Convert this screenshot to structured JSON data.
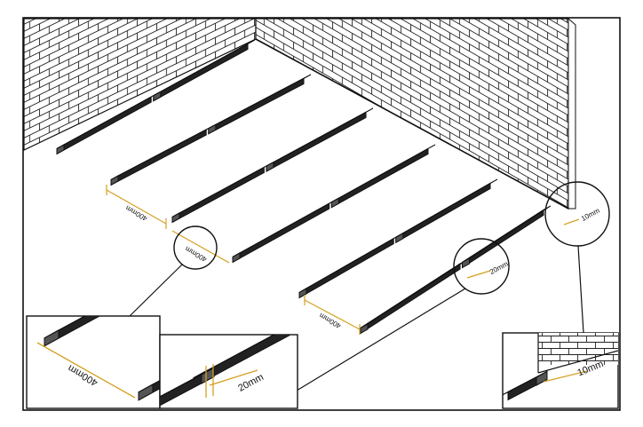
{
  "labels": {
    "spacing": "400mm",
    "joint_gap": "20mm",
    "wall_gap": "10mm"
  },
  "colors": {
    "line": "#111111",
    "wall_fill": "#ffffff",
    "dimension": "#d4a020",
    "background": "#ffffff"
  }
}
